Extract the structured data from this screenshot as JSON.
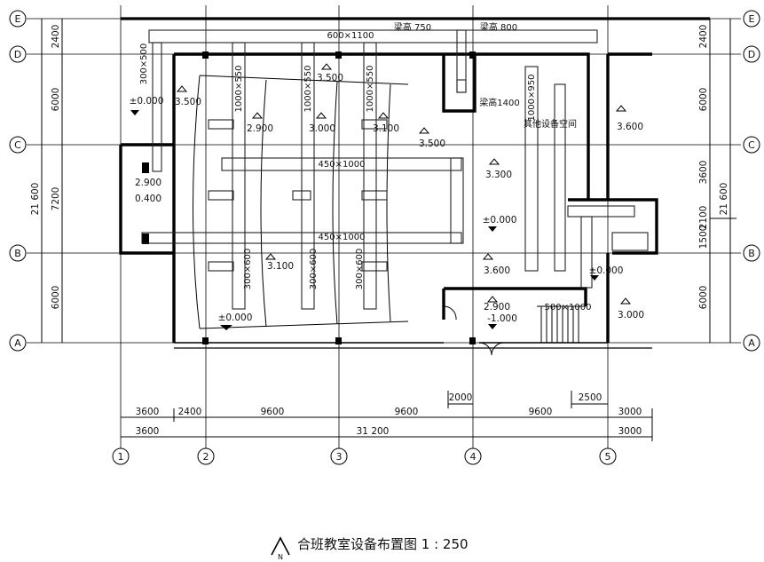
{
  "title": "合班教室设备布置图 1 : 250",
  "north_label": "N",
  "axes": {
    "horizontal": [
      "1",
      "2",
      "3",
      "4",
      "5"
    ],
    "vertical": [
      "A",
      "B",
      "C",
      "D",
      "E"
    ]
  },
  "dims": {
    "bottom_row1": [
      "3600",
      "2400",
      "9600",
      "9600",
      "9600",
      "3000"
    ],
    "bottom_row2": [
      "3600",
      "31 200",
      "3000"
    ],
    "door_2000": "2000",
    "door_2500": "2500",
    "left_row1": [
      "2400",
      "6000",
      "7200",
      "6000"
    ],
    "left_total": "21 600",
    "right_row1": [
      "2400",
      "6000",
      "3600",
      "2100",
      "1500",
      "6000"
    ],
    "right_total": "21 600"
  },
  "ducts": {
    "main_top": "600×1100",
    "branch_left": "300×500",
    "drop_1": "1000×550",
    "drop_2": "1000×550",
    "drop_3": "1000×550",
    "row_1": "450×1000",
    "row_2": "450×1000",
    "right_drop": "1000×950",
    "vert_1": "300×600",
    "vert_2": "300×600",
    "vert_3": "300×600",
    "right_low": "500×1000"
  },
  "beams": {
    "b750": "梁高 750",
    "b800": "梁高 800",
    "b1400": "梁高1400"
  },
  "room_note": "其他设备空间",
  "elevations": {
    "e_left_pm": "±0.000",
    "e_3500_a": "3.500",
    "e_3500_b": "3.500",
    "e_3500_c": "3.500",
    "e_2900_a": "2.900",
    "e_3000": "3.000",
    "e_3100_a": "3.100",
    "e_3600_right": "3.600",
    "e_3300": "3.300",
    "e_pm_mid": "±0.000",
    "e_2900_side": "2.900",
    "e_0400": "0.400",
    "e_3100_b": "3.100",
    "e_3600_low": "3.600",
    "e_pm_right": "±0.000",
    "e_2900_b": "2.900",
    "e_m1000": "-1.000",
    "e_3000_right": "3.000",
    "e_pm_bottom": "±0.000"
  }
}
